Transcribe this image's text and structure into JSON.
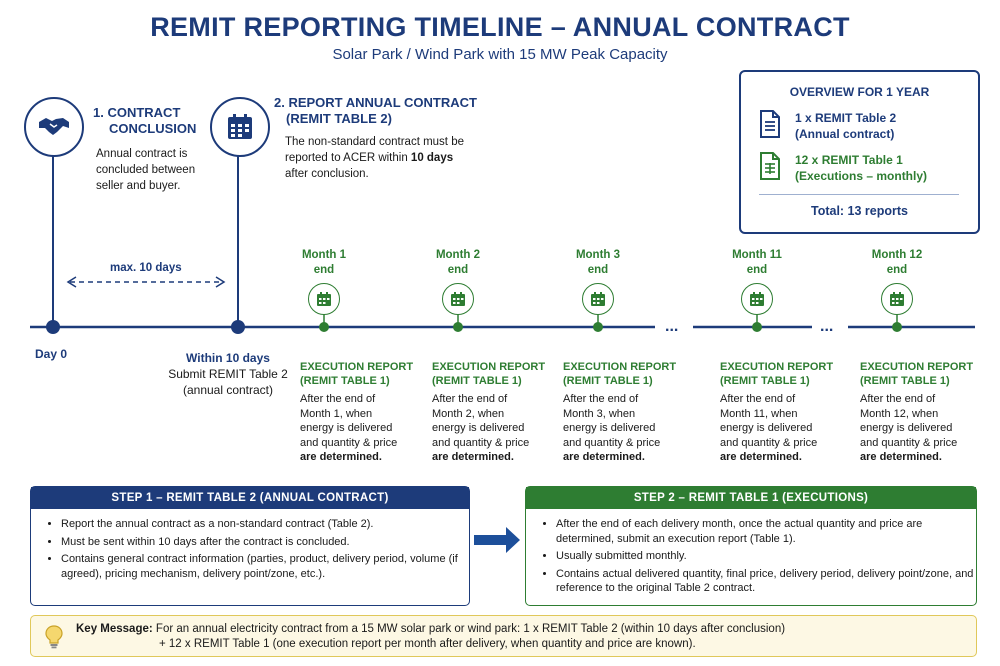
{
  "title": "REMIT REPORTING TIMELINE – ANNUAL CONTRACT",
  "subtitle": "Solar Park / Wind Park with 15 MW Peak Capacity",
  "step_contract": {
    "heading_1": "1. CONTRACT",
    "heading_2": "CONCLUSION",
    "desc": [
      "Annual contract is",
      "concluded between",
      "seller and buyer."
    ],
    "icon": "handshake-icon"
  },
  "step_report": {
    "heading_1": "2. REPORT ANNUAL CONTRACT",
    "heading_2": "(REMIT TABLE 2)",
    "desc_1": "The non-standard contract must be",
    "desc_2_pre": "reported to ACER within ",
    "desc_2_bold": "10 days",
    "desc_3": "after conclusion.",
    "icon": "calendar-icon"
  },
  "overview": {
    "title": "OVERVIEW FOR 1 YEAR",
    "item1_line1": "1 x REMIT Table 2",
    "item1_line2": "(Annual contract)",
    "item2_line1": "12 x REMIT Table 1",
    "item2_line2": "(Executions – monthly)",
    "total": "Total: 13 reports"
  },
  "timeline": {
    "interval_label": "max. 10 days",
    "day0": "Day 0",
    "within_title": "Within 10 days",
    "within_line1": "Submit REMIT Table 2",
    "within_line2": "(annual contract)",
    "ellipsis": "..."
  },
  "months": [
    {
      "label1": "Month 1",
      "label2": "end",
      "h1": "EXECUTION REPORT",
      "h2": "(REMIT TABLE 1)",
      "t1": "After the end of",
      "t2": "Month 1, when",
      "t3": "energy is delivered",
      "t4": "and quantity & price",
      "t5": "are determined."
    },
    {
      "label1": "Month 2",
      "label2": "end",
      "h1": "EXECUTION REPORT",
      "h2": "(REMIT TABLE 1)",
      "t1": "After the end of",
      "t2": "Month 2, when",
      "t3": "energy is delivered",
      "t4": "and quantity & price",
      "t5": "are determined."
    },
    {
      "label1": "Month 3",
      "label2": "end",
      "h1": "EXECUTION REPORT",
      "h2": "(REMIT TABLE 1)",
      "t1": "After the end of",
      "t2": "Month 3, when",
      "t3": "energy is delivered",
      "t4": "and quantity & price",
      "t5": "are determined."
    },
    {
      "label1": "Month 11",
      "label2": "end",
      "h1": "EXECUTION REPORT",
      "h2": "(REMIT TABLE 1)",
      "t1": "After the end of",
      "t2": "Month 11, when",
      "t3": "energy is delivered",
      "t4": "and quantity & price",
      "t5": "are determined."
    },
    {
      "label1": "Month 12",
      "label2": "end",
      "h1": "EXECUTION REPORT",
      "h2": "(REMIT TABLE 1)",
      "t1": "After the end of",
      "t2": "Month 12, when",
      "t3": "energy is delivered",
      "t4": "and quantity & price",
      "t5": "are determined."
    }
  ],
  "step1_box": {
    "header": "STEP 1 – REMIT TABLE 2 (ANNUAL CONTRACT)",
    "bullets": [
      "Report the annual contract as a non-standard contract (Table 2).",
      "Must be sent within 10 days after the contract is concluded.",
      "Contains general contract information (parties, product, delivery period, volume (if agreed), pricing mechanism, delivery point/zone, etc.)."
    ],
    "color": "#1d3b7a"
  },
  "step2_box": {
    "header": "STEP 2 – REMIT TABLE 1 (EXECUTIONS)",
    "bullets": [
      "After the end of each delivery month, once the actual quantity and price are determined, submit an execution report (Table 1).",
      "Usually submitted monthly.",
      "Contains actual delivered quantity, final price, delivery period, delivery point/zone, and reference to the original Table 2 contract."
    ],
    "color": "#2e7d32"
  },
  "key_message": {
    "label": "Key Message:",
    "line1": " For an annual electricity contract from a 15 MW solar park or wind park: 1 x REMIT Table 2 (within 10 days after conclusion)",
    "line2": "+ 12 x REMIT Table 1 (one execution report per month after delivery, when quantity and price are known).",
    "icon": "lightbulb-icon"
  }
}
